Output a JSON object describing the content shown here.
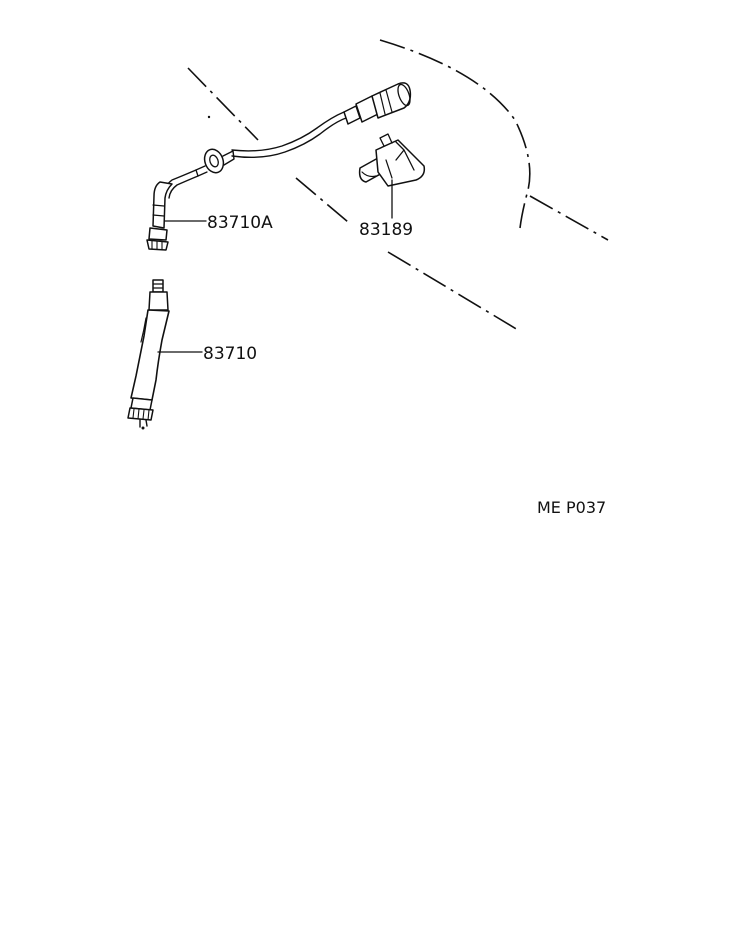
{
  "parts": {
    "upper_cable": "83710A",
    "adapter": "83189",
    "lower_cable": "83710"
  },
  "diagram_code": "ME P037"
}
